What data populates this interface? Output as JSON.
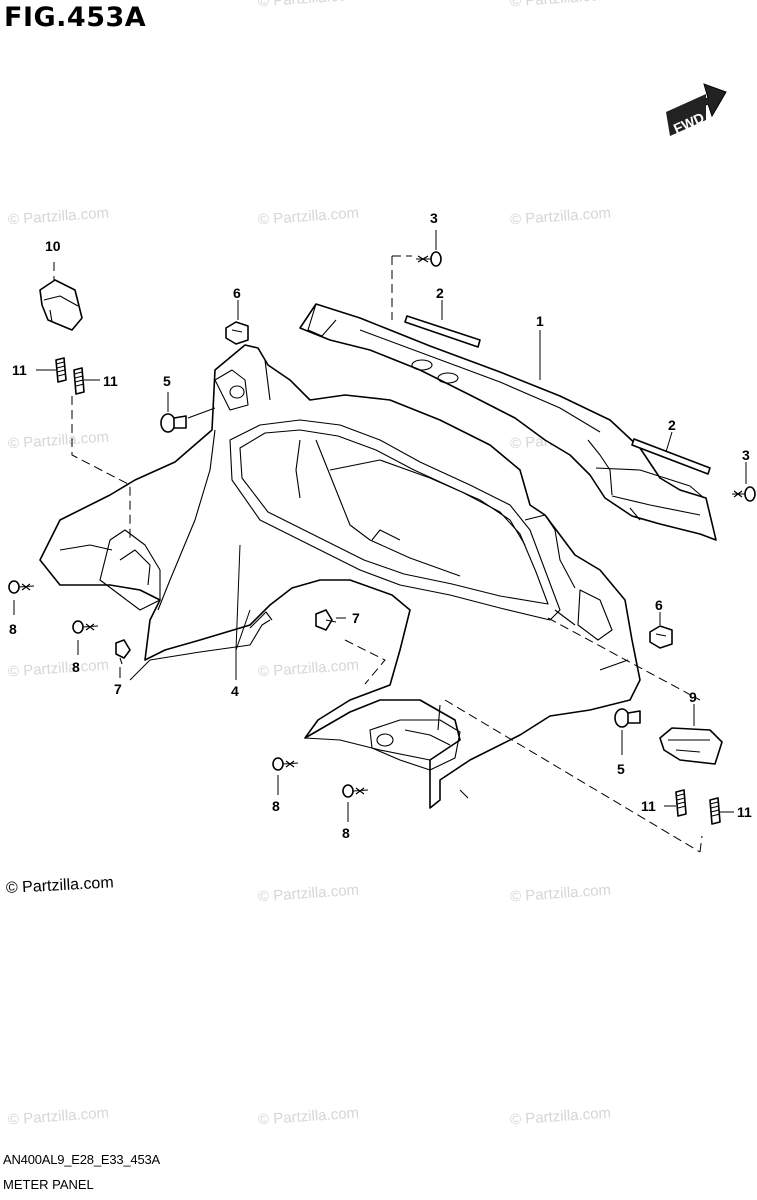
{
  "figure": {
    "title": "FIG.453A",
    "direction_badge": "FWD",
    "diagram_code": "AN400AL9_E28_E33_453A",
    "section_name": "METER PANEL",
    "copyright": "© Partzilla.com",
    "watermark": "© Partzilla.com"
  },
  "callouts": [
    {
      "id": "c1",
      "text": "1"
    },
    {
      "id": "c2a",
      "text": "2"
    },
    {
      "id": "c2b",
      "text": "2"
    },
    {
      "id": "c3a",
      "text": "3"
    },
    {
      "id": "c3b",
      "text": "3"
    },
    {
      "id": "c4",
      "text": "4"
    },
    {
      "id": "c5a",
      "text": "5"
    },
    {
      "id": "c5b",
      "text": "5"
    },
    {
      "id": "c6a",
      "text": "6"
    },
    {
      "id": "c6b",
      "text": "6"
    },
    {
      "id": "c7a",
      "text": "7"
    },
    {
      "id": "c7b",
      "text": "7"
    },
    {
      "id": "c8a",
      "text": "8"
    },
    {
      "id": "c8b",
      "text": "8"
    },
    {
      "id": "c8c",
      "text": "8"
    },
    {
      "id": "c8d",
      "text": "8"
    },
    {
      "id": "c9",
      "text": "9"
    },
    {
      "id": "c10",
      "text": "10"
    },
    {
      "id": "c11a",
      "text": "11"
    },
    {
      "id": "c11b",
      "text": "11"
    },
    {
      "id": "c11c",
      "text": "11"
    },
    {
      "id": "c11d",
      "text": "11"
    }
  ],
  "colors": {
    "line": "#000000",
    "watermark": "#d6d6d6",
    "badge": "#222222"
  }
}
